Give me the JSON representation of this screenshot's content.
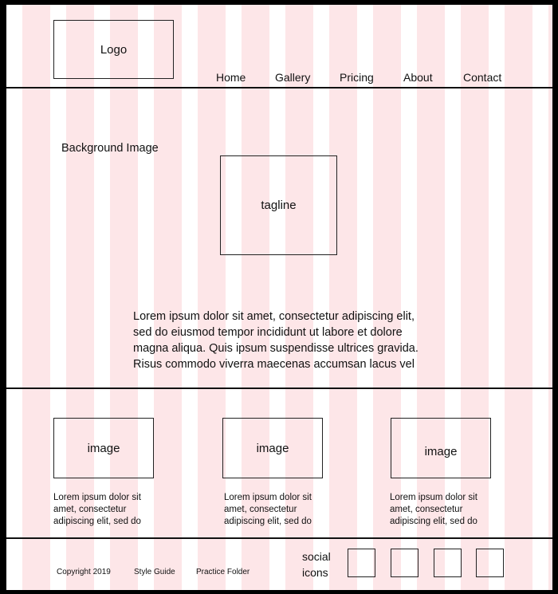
{
  "header": {
    "logo": "Logo",
    "nav": [
      "Home",
      "Gallery",
      "Pricing",
      "About",
      "Contact"
    ]
  },
  "hero": {
    "background_label": "Background Image",
    "tagline": "tagline",
    "body_lines": [
      "Lorem ipsum dolor sit amet, consectetur adipiscing elit,",
      "sed do eiusmod tempor incididunt ut labore et dolore",
      "magna aliqua. Quis ipsum suspendisse ultrices gravida.",
      "Risus commodo viverra maecenas accumsan lacus vel"
    ]
  },
  "cards": [
    {
      "image": "image",
      "text_lines": [
        "Lorem ipsum dolor sit",
        "amet, consectetur",
        "adipiscing elit, sed do"
      ]
    },
    {
      "image": "image",
      "text_lines": [
        "Lorem ipsum dolor sit",
        "amet, consectetur",
        "adipiscing elit, sed do"
      ]
    },
    {
      "image": "image",
      "text_lines": [
        "Lorem ipsum dolor sit",
        "amet, consectetur",
        "adipiscing elit, sed do"
      ]
    }
  ],
  "footer": {
    "copyright": "Copyright 2019",
    "style_guide": "Style Guide",
    "practice_folder": "Practice Folder",
    "social_label_lines": [
      "social",
      "icons"
    ]
  }
}
